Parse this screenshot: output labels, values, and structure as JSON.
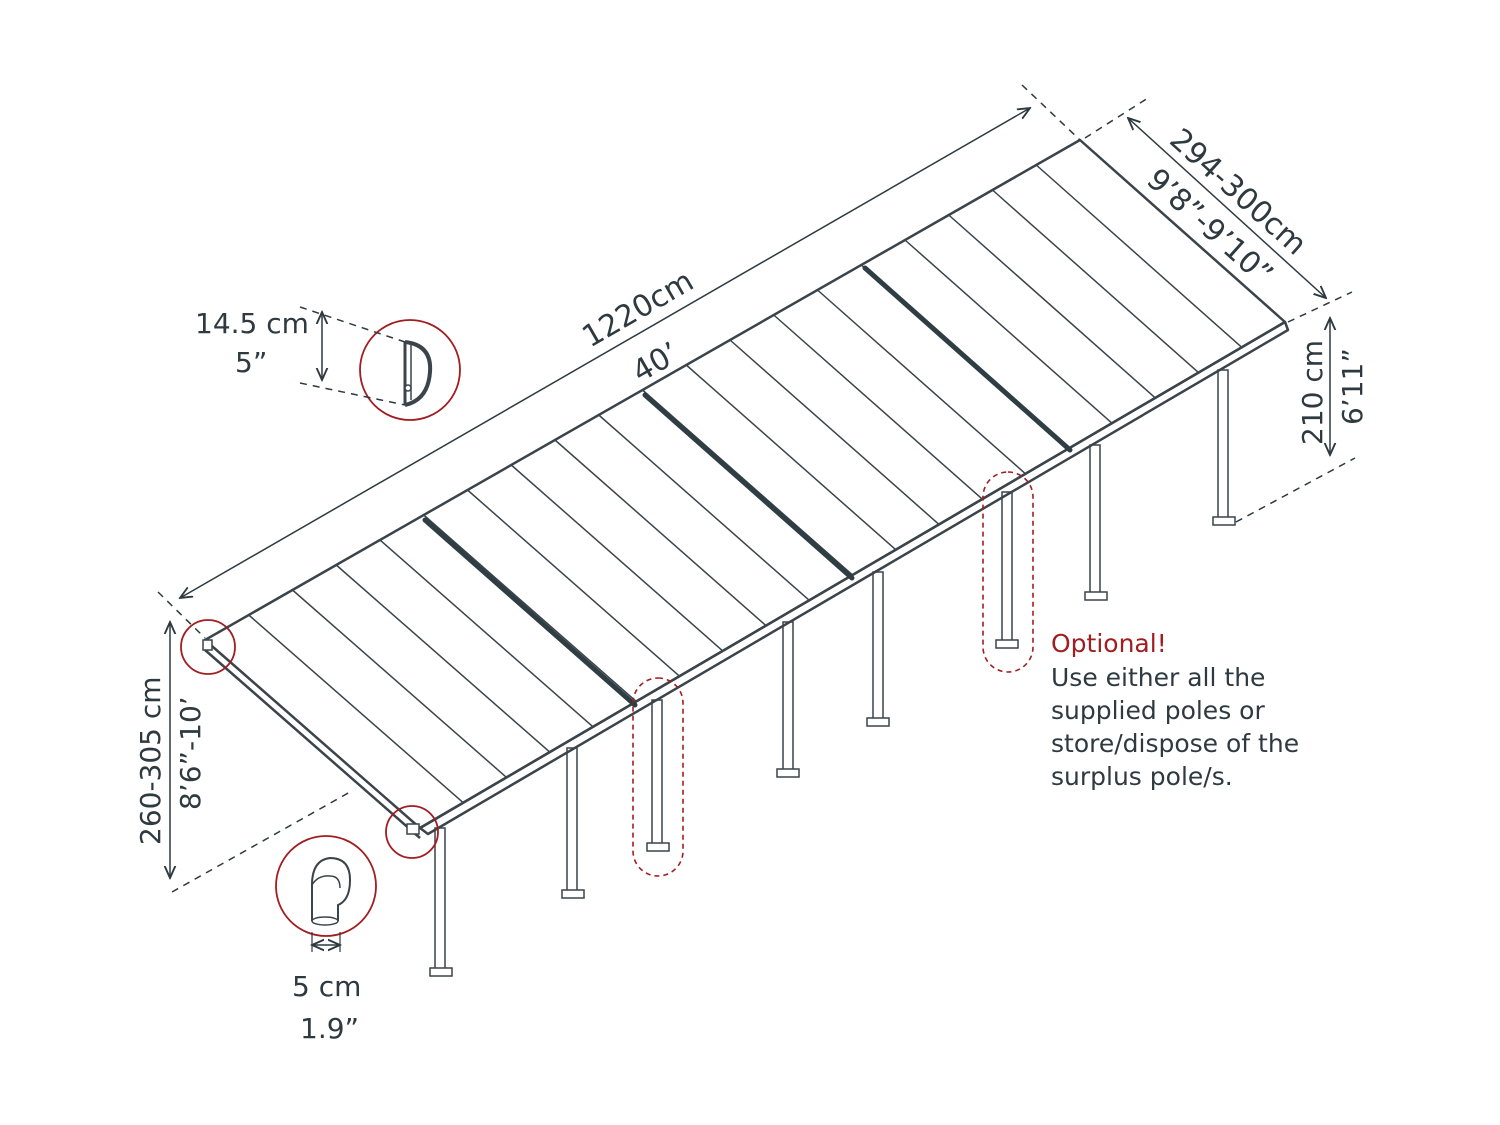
{
  "dimensions": {
    "length_cm": "1220cm",
    "length_ft": "40’",
    "width_cm": "294-300cm",
    "width_ft": "9’8”-9’10”",
    "back_height_cm": "210 cm",
    "back_height_ft": "6’11”",
    "front_height_cm": "260-305 cm",
    "front_height_ft": "8’6”-10’",
    "profile_cm": "14.5 cm",
    "profile_in": "5”",
    "pole_cm": "5 cm",
    "pole_in": "1.9”"
  },
  "note": {
    "title": "Optional!",
    "lines": [
      "Use either all the",
      "supplied poles or",
      "store/dispose of the",
      "surplus pole/s."
    ]
  },
  "colors": {
    "line": "#3a444a",
    "accent_red": "#a11d21",
    "text": "#2e3a40"
  }
}
